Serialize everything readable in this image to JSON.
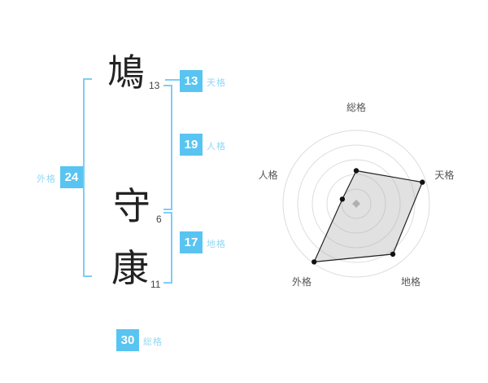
{
  "accent_color": "#59c4f1",
  "bracket_color": "#7fcdf3",
  "name": {
    "chars": [
      {
        "glyph": "鳩",
        "strokes": "13"
      },
      {
        "glyph": "守",
        "strokes": "6"
      },
      {
        "glyph": "康",
        "strokes": "11"
      }
    ]
  },
  "grids": {
    "tenkaku": {
      "label": "天格",
      "value": "13"
    },
    "jinkaku": {
      "label": "人格",
      "value": "19"
    },
    "chikaku": {
      "label": "地格",
      "value": "17"
    },
    "gaikaku": {
      "label": "外格",
      "value": "24"
    },
    "soukaku": {
      "label": "総格",
      "value": "30"
    }
  },
  "chart_data": {
    "type": "radar",
    "title": "",
    "axes": [
      "総格",
      "天格",
      "地格",
      "外格",
      "人格"
    ],
    "values": [
      45,
      95,
      85,
      98,
      20
    ],
    "max": 100,
    "rings": 5,
    "grid": true,
    "legend_position": "none",
    "ring_color": "#dcdcdc",
    "fill_color": "rgba(170,170,170,0.35)",
    "stroke_color": "#222222",
    "point_color": "#111111",
    "center_marker_color": "#b0b0b0",
    "label_color": "#555555"
  }
}
